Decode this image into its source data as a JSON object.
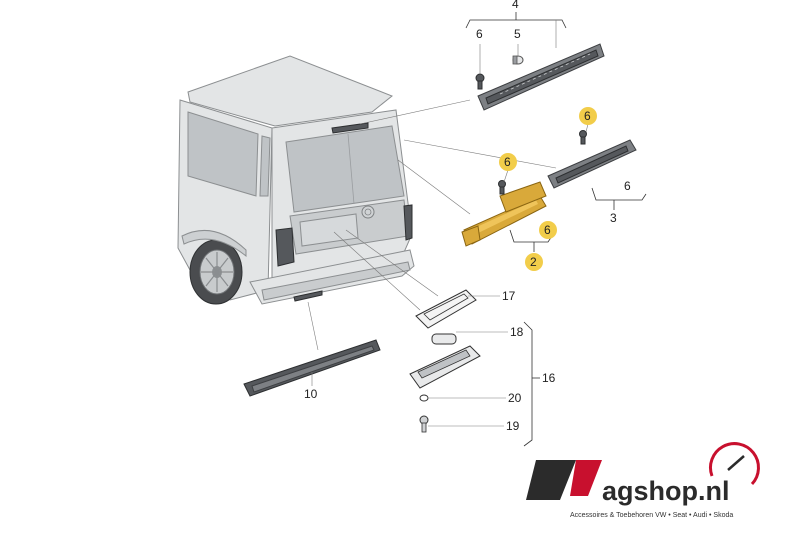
{
  "callouts": {
    "p4": "4",
    "p6_top": "6",
    "p5": "5",
    "p6_hl_upper": "6",
    "p6_hl_mid": "6",
    "p6_right": "6",
    "p3": "3",
    "p6_lower": "6",
    "p2": "2",
    "p17": "17",
    "p18": "18",
    "p16": "16",
    "p20": "20",
    "p19": "19",
    "p10": "10"
  },
  "logo": {
    "text": "agshop.nl",
    "tagline": "Accessoires & Toebehoren VW • Seat • Audi • Skoda"
  },
  "colors": {
    "highlight": "#f2cd4a",
    "part_gold": "#d9a93a",
    "logo_red": "#c8102e",
    "logo_dark": "#2b2b2b"
  }
}
